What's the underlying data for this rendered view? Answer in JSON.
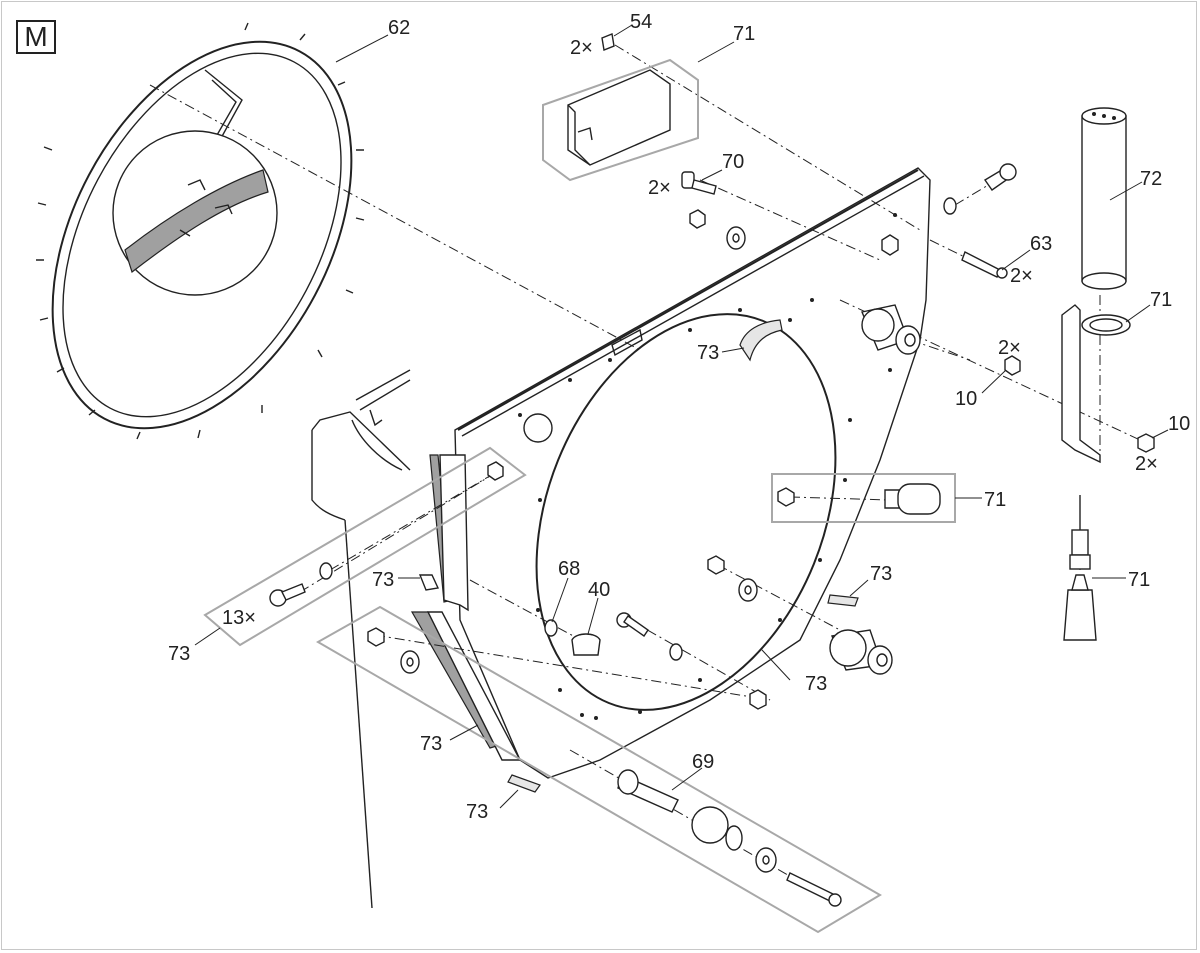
{
  "section_letter": "M",
  "callouts": {
    "c62": "62",
    "c54": "54",
    "c54q": "2×",
    "c71a": "71",
    "c70": "70",
    "c70q": "2×",
    "c72": "72",
    "c63": "63",
    "c63q": "2×",
    "c71b": "71",
    "c10a_q": "2×",
    "c10a": "10",
    "c10b": "10",
    "c10b_q": "2×",
    "c73a": "73",
    "c71c": "71",
    "c73b": "73",
    "c68": "68",
    "c40": "40",
    "c73c": "73",
    "c71d": "71",
    "c13q": "13×",
    "c73d": "73",
    "c73e": "73",
    "c73f": "73",
    "c69": "69",
    "c73g": "73"
  }
}
